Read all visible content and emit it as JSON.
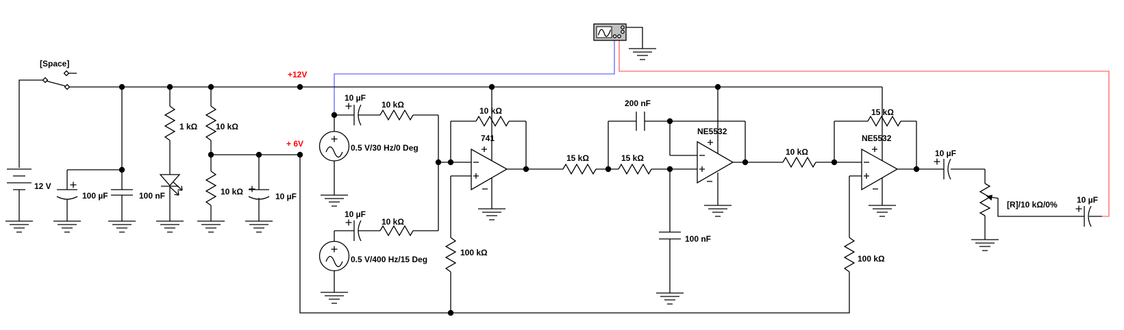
{
  "app": {
    "type": "circuit-schematic",
    "description": "Analog audio mixer / filter schematic with oscilloscope"
  },
  "colors": {
    "probe_a_wire": "#8080ff",
    "probe_b_wire": "#ff8080",
    "net_label": "#ff0000",
    "scope_body": "#c0c0c0",
    "wire": "#000000",
    "background": "#ffffff"
  },
  "power": {
    "switch_key": "[Space]",
    "battery": "12 V",
    "bulk_cap": "100 µF",
    "bypass_cap": "100 nF",
    "led_resistor": "1 kΩ",
    "divider_top": "10 kΩ",
    "divider_bottom": "10 kΩ",
    "divider_cap": "10 µF",
    "rail_12v": "+12V",
    "rail_6v": "+ 6V"
  },
  "sources": {
    "source1": {
      "cap": "10 µF",
      "resistor": "10 kΩ",
      "value": "0.5 V/30 Hz/0 Deg"
    },
    "source2": {
      "cap": "10 µF",
      "resistor": "10 kΩ",
      "value": "0.5 V/400 Hz/15 Deg"
    }
  },
  "summing_amp": {
    "opamp": "741",
    "feedback_resistor": "10 kΩ",
    "bias_resistor": "100 kΩ"
  },
  "filter": {
    "r1": "15 kΩ",
    "r2": "15 kΩ",
    "feedback_cap": "200 nF",
    "ground_cap": "100 nF",
    "opamp": "NE5532",
    "series_resistor": "10 kΩ"
  },
  "output_amp": {
    "opamp": "NE5532",
    "feedback_resistor": "15 kΩ",
    "bias_resistor": "100 kΩ",
    "coupling_cap": "10 µF",
    "potentiometer": "[R]/10 kΩ/0%",
    "output_cap": "10 µF"
  },
  "oscilloscope": {
    "name": "oscilloscope"
  }
}
